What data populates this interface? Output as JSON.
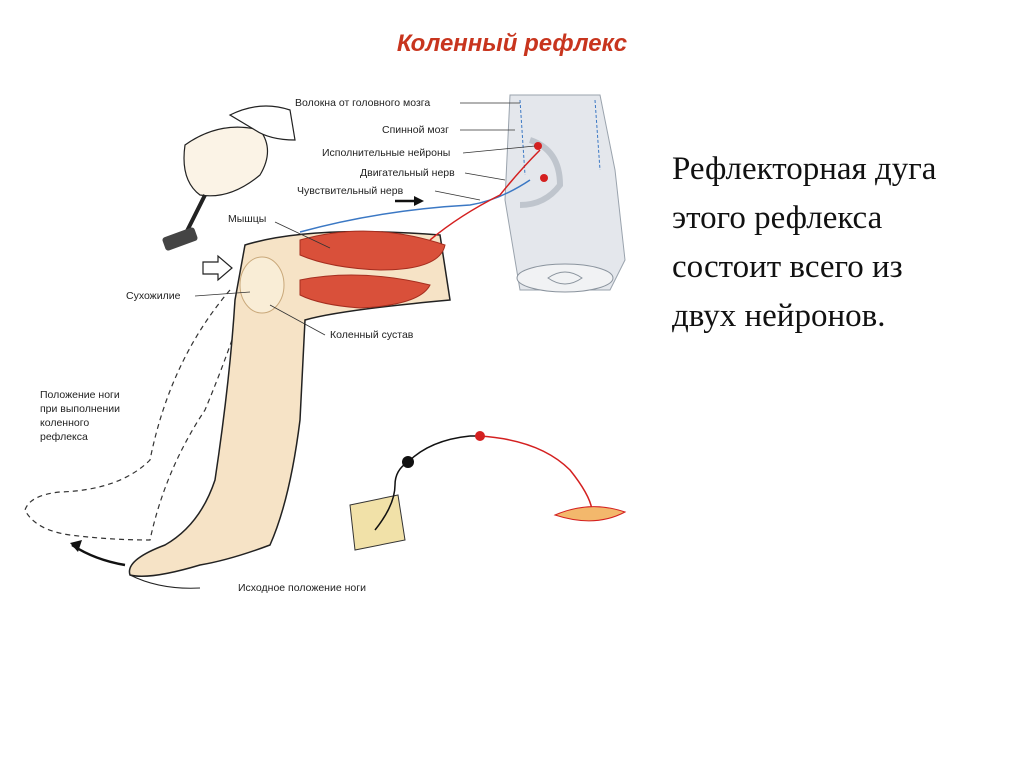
{
  "slide": {
    "title": "Коленный рефлекс",
    "body_lines": [
      "Рефлекторная дуга",
      "этого рефлекса",
      "состоит всего из",
      "двух нейронов."
    ]
  },
  "diagram": {
    "labels": {
      "fibers_from_brain": "Волокна от головного мозга",
      "spinal_cord": "Спинной мозг",
      "effector_neurons": "Исполнительные  нейроны",
      "motor_nerve": "Двигательный нерв",
      "sensory_nerve": "Чувствительный нерв",
      "muscles": "Мышцы",
      "tendon": "Сухожилие",
      "knee_joint": "Коленный сустав",
      "leg_position_line1": "Положение ноги",
      "leg_position_line2": "при выполнении",
      "leg_position_line3": "коленного",
      "leg_position_line4": "рефлекса",
      "initial_position": "Исходное положение ноги"
    },
    "colors": {
      "title": "#c8351e",
      "motor_neuron": "#d42020",
      "sensory_neuron": "#111111",
      "muscle": "#d9503a",
      "skin": "#f6e3c6",
      "spinal_cord": "#e4e7ec",
      "nerve_blue": "#3b78c4"
    }
  }
}
